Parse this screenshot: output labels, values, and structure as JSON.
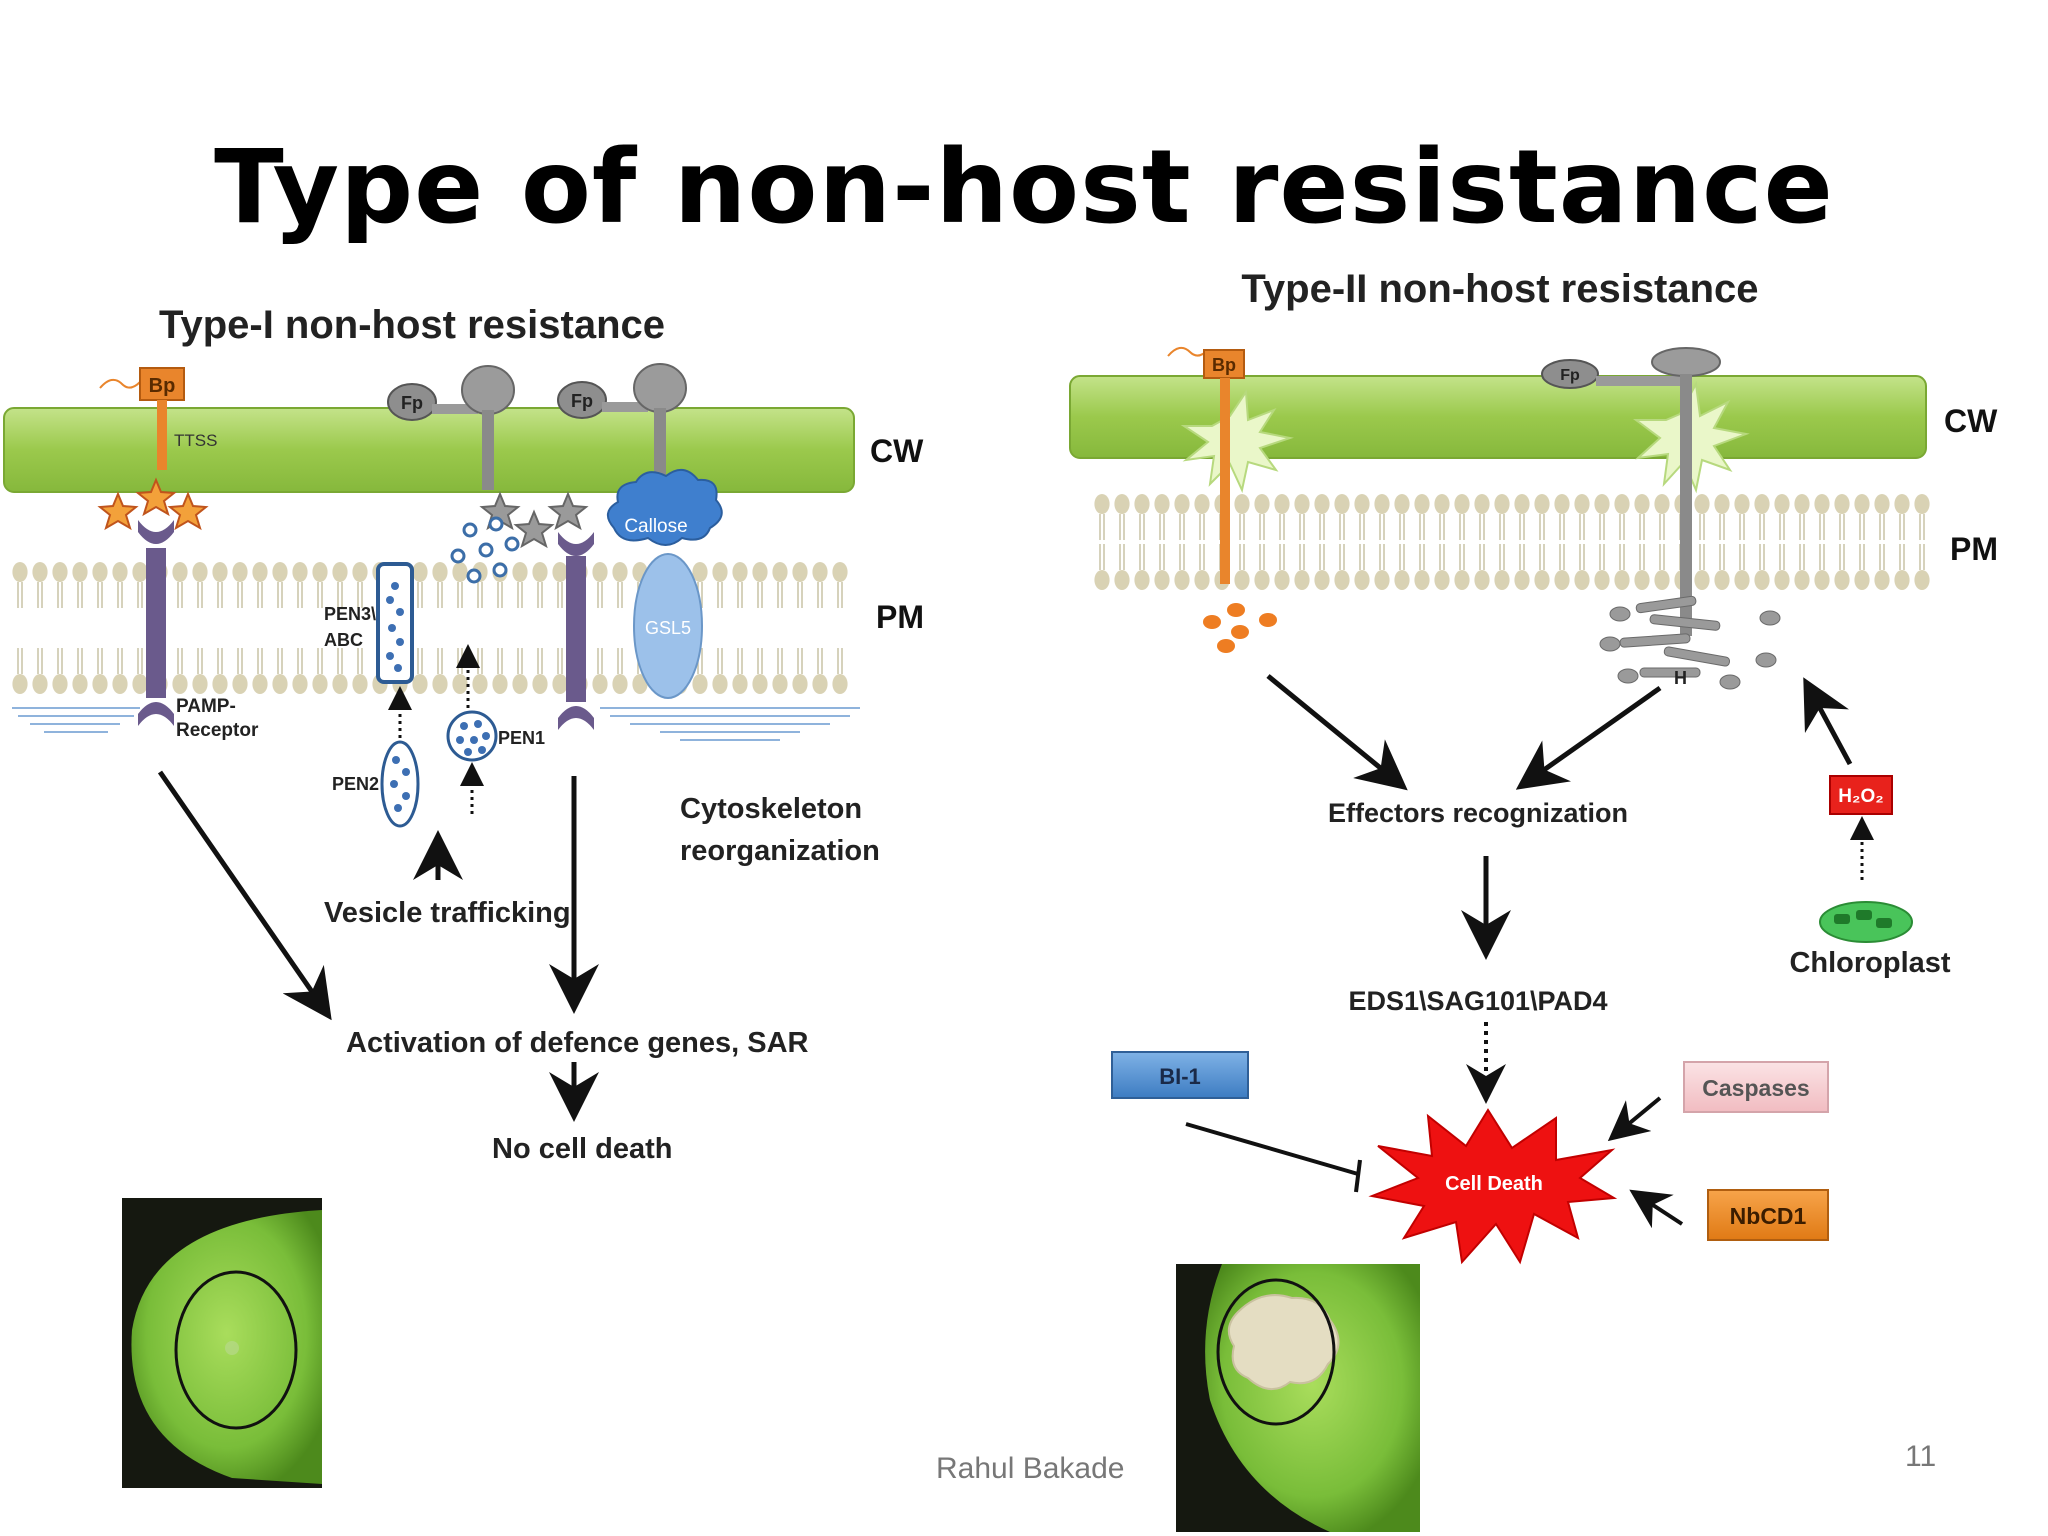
{
  "slide": {
    "title": "Type of non-host resistance",
    "footer": "Rahul Bakade",
    "page_number": "11"
  },
  "panel_type1": {
    "heading": "Type-I non-host resistance",
    "layers": {
      "cw": "CW",
      "pm": "PM"
    },
    "labels": {
      "bp": "Bp",
      "ttss": "TTSS",
      "fp": "Fp",
      "callose": "Callose",
      "gsl5": "GSL5",
      "pen3_line1": "PEN3\\",
      "pen3_line2": "ABC",
      "pamp_line1": "PAMP-",
      "pamp_line2": "Receptor",
      "pen1": "PEN1",
      "pen2": "PEN2",
      "cytoskeleton_line1": "Cytoskeleton",
      "cytoskeleton_line2": "reorganization",
      "vesicle": "Vesicle trafficking",
      "activation": "Activation of defence genes,  SAR",
      "no_cell_death": "No cell death"
    }
  },
  "panel_type2": {
    "heading": "Type-II non-host resistance",
    "layers": {
      "cw": "CW",
      "pm": "PM"
    },
    "labels": {
      "bp": "Bp",
      "fp": "Fp",
      "h": "H",
      "h2o2": "H₂O₂",
      "effectors": "Effectors recognization",
      "chloroplast": "Chloroplast",
      "eds": "EDS1\\SAG101\\PAD4",
      "bi1": "BI-1",
      "caspases": "Caspases",
      "cell_death": "Cell Death",
      "nbcd1": "NbCD1"
    }
  },
  "colors": {
    "cell_wall": "#9dcb4a",
    "membrane_head": "#d9d2b4",
    "bacterial_protein": "#e9852c",
    "receptor": "#6a5a8c",
    "callose": "#5b8fd0",
    "cell_death": "#ee1111",
    "leaf": "#7fc43c"
  }
}
